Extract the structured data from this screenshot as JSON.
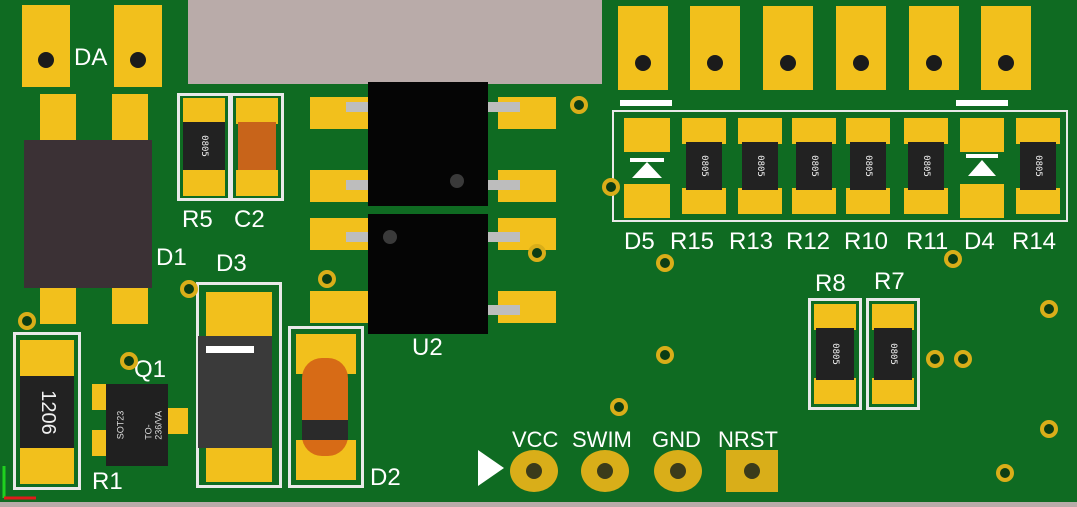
{
  "board": {
    "colors": {
      "solder_mask": "#0f6b22",
      "copper": "#f2c01c",
      "silkscreen": "#ffffff",
      "background": "#b9aba9"
    }
  },
  "labels": {
    "da": "DA",
    "r5": "R5",
    "c2": "C2",
    "d1": "D1",
    "d3": "D3",
    "q1": "Q1",
    "r1": "R1",
    "u2": "U2",
    "d2": "D2",
    "d5": "D5",
    "r15": "R15",
    "r13": "R13",
    "r12": "R12",
    "r10": "R10",
    "r11": "R11",
    "d4": "D4",
    "r14": "R14",
    "r8": "R8",
    "r7": "R7"
  },
  "connector": {
    "pins": [
      "VCC",
      "SWIM",
      "GND",
      "NRST"
    ]
  },
  "markings": {
    "r5_code": "0805",
    "big_resistor": "1206",
    "q1_line1": "SOT23",
    "q1_line2": "TO-236/VA",
    "r15_code": "0805",
    "r13_code": "0805",
    "r12_code": "0805",
    "r10_code": "0805",
    "r11_code": "0805",
    "r14_code": "0805",
    "r8_code": "0805",
    "r7_code": "0805"
  }
}
